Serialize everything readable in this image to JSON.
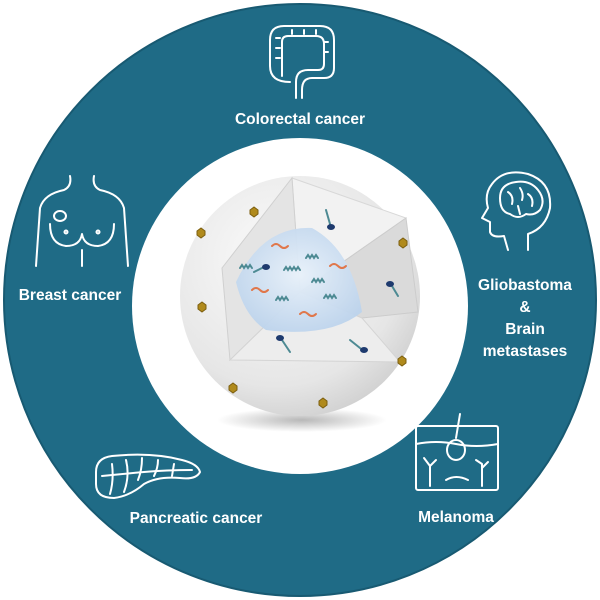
{
  "colors": {
    "ring": "#1f6b86",
    "ring_stroke": "#185a72",
    "inner_white": "#ffffff",
    "sphere": "#e9e9e9",
    "core": "#cfe0f2",
    "particle": "#b08a1c",
    "rna_orange": "#e0774b",
    "rna_teal": "#4d8a93",
    "label_text": "#ffffff"
  },
  "labels": {
    "colorectal": "Colorectal cancer",
    "breast": "Breast cancer",
    "glioblastoma_line1": "Gliobastoma",
    "glioblastoma_line2": "&",
    "glioblastoma_line3": "Brain",
    "glioblastoma_line4": "metastases",
    "melanoma": "Melanoma",
    "pancreatic": "Pancreatic cancer"
  },
  "icons": {
    "colorectal": "colon-icon",
    "breast": "torso-icon",
    "glioblastoma": "head-brain-icon",
    "melanoma": "skin-section-icon",
    "pancreatic": "pancreas-icon"
  }
}
